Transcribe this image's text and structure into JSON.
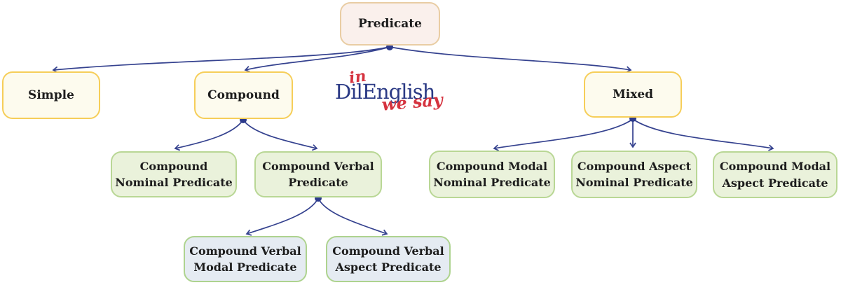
{
  "nodes": {
    "predicate": {
      "lines": [
        "Predicate"
      ]
    },
    "simple": {
      "lines": [
        "Simple"
      ]
    },
    "compound": {
      "lines": [
        "Compound"
      ]
    },
    "mixed": {
      "lines": [
        "Mixed"
      ]
    },
    "compound_nominal": {
      "lines": [
        "Compound",
        "Nominal Predicate"
      ]
    },
    "compound_verbal": {
      "lines": [
        "Compound Verbal",
        "Predicate"
      ]
    },
    "compound_modal_nominal": {
      "lines": [
        "Compound Modal",
        "Nominal Predicate"
      ]
    },
    "compound_aspect_nominal": {
      "lines": [
        "Compound Aspect",
        "Nominal Predicate"
      ]
    },
    "compound_modal_aspect": {
      "lines": [
        "Compound Modal",
        "Aspect Predicate"
      ]
    },
    "compound_verbal_modal": {
      "lines": [
        "Compound Verbal",
        "Modal Predicate"
      ]
    },
    "compound_verbal_aspect": {
      "lines": [
        "Compound Verbal",
        "Aspect Predicate"
      ]
    }
  },
  "edges": [
    {
      "from": "Predicate",
      "to": "Simple"
    },
    {
      "from": "Predicate",
      "to": "Compound"
    },
    {
      "from": "Predicate",
      "to": "Mixed"
    },
    {
      "from": "Compound",
      "to": "Compound Nominal Predicate"
    },
    {
      "from": "Compound",
      "to": "Compound Verbal Predicate"
    },
    {
      "from": "Compound Verbal Predicate",
      "to": "Compound Verbal Modal Predicate"
    },
    {
      "from": "Compound Verbal Predicate",
      "to": "Compound Verbal Aspect Predicate"
    },
    {
      "from": "Mixed",
      "to": "Compound Modal Nominal Predicate"
    },
    {
      "from": "Mixed",
      "to": "Compound Aspect Nominal Predicate"
    },
    {
      "from": "Mixed",
      "to": "Compound Modal Aspect Predicate"
    }
  ],
  "logo": {
    "top": "in",
    "main": "DilEnglish",
    "bottom": "we say"
  },
  "colors": {
    "edge": "#35428f",
    "branch_dot": "#2c3a8c",
    "text": "#1c1c1c",
    "root_fill": "#faf0ec",
    "root_border": "#e9cda4",
    "level1_fill": "#fdfbee",
    "level1_border": "#f6ce59",
    "green_fill": "#eaf2db",
    "green_border": "#b9d795",
    "blue_fill": "#e5ebf2",
    "blue_border": "#aed38f",
    "logo_red": "#d5333f",
    "logo_navy": "#2b3a85"
  }
}
